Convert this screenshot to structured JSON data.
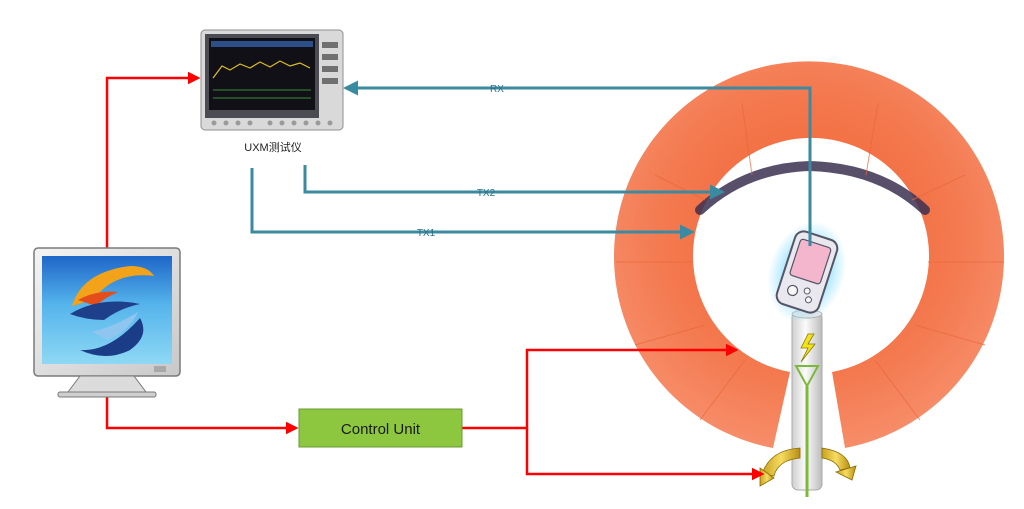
{
  "labels": {
    "instrument": "UXM测试仪",
    "control_unit": "Control Unit",
    "rx": "RX",
    "tx1": "TX1",
    "tx2": "TX2"
  },
  "colors": {
    "control_link": "#ff0000",
    "rf_link": "#3a8aa2",
    "chamber": "#f47a50",
    "control_unit_fill": "#8dc63f",
    "background": "#ffffff"
  },
  "icons": {
    "computer": "computer-monitor-icon",
    "instrument": "test-instrument-icon",
    "phone": "mobile-device-icon",
    "antenna": "antenna-icon",
    "rotation": "rotation-arrow-icon"
  }
}
